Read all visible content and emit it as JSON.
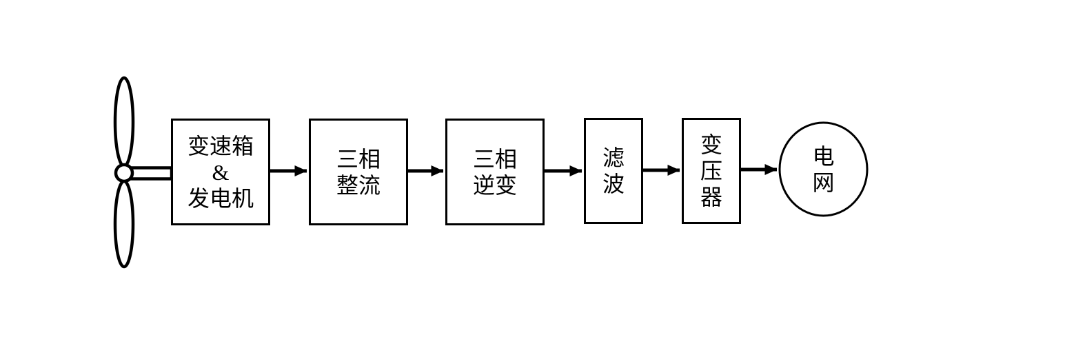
{
  "diagram": {
    "nodes": [
      {
        "id": "gearbox-generator",
        "shape": "rect",
        "lines": [
          "变速箱",
          "&",
          "发电机"
        ]
      },
      {
        "id": "rectifier",
        "shape": "rect",
        "lines": [
          "三相",
          "整流"
        ]
      },
      {
        "id": "inverter",
        "shape": "rect",
        "lines": [
          "三相",
          "逆变"
        ]
      },
      {
        "id": "filter",
        "shape": "rect",
        "lines": [
          "滤",
          "波"
        ]
      },
      {
        "id": "transformer",
        "shape": "rect",
        "lines": [
          "变",
          "压",
          "器"
        ]
      },
      {
        "id": "grid",
        "shape": "circle",
        "lines": [
          "电",
          "网"
        ]
      }
    ],
    "source_icon": "wind-turbine-icon",
    "flow": [
      "wind-turbine",
      "gearbox-generator",
      "rectifier",
      "inverter",
      "filter",
      "transformer",
      "grid"
    ],
    "colors": {
      "stroke": "#000000",
      "background": "#ffffff"
    }
  }
}
